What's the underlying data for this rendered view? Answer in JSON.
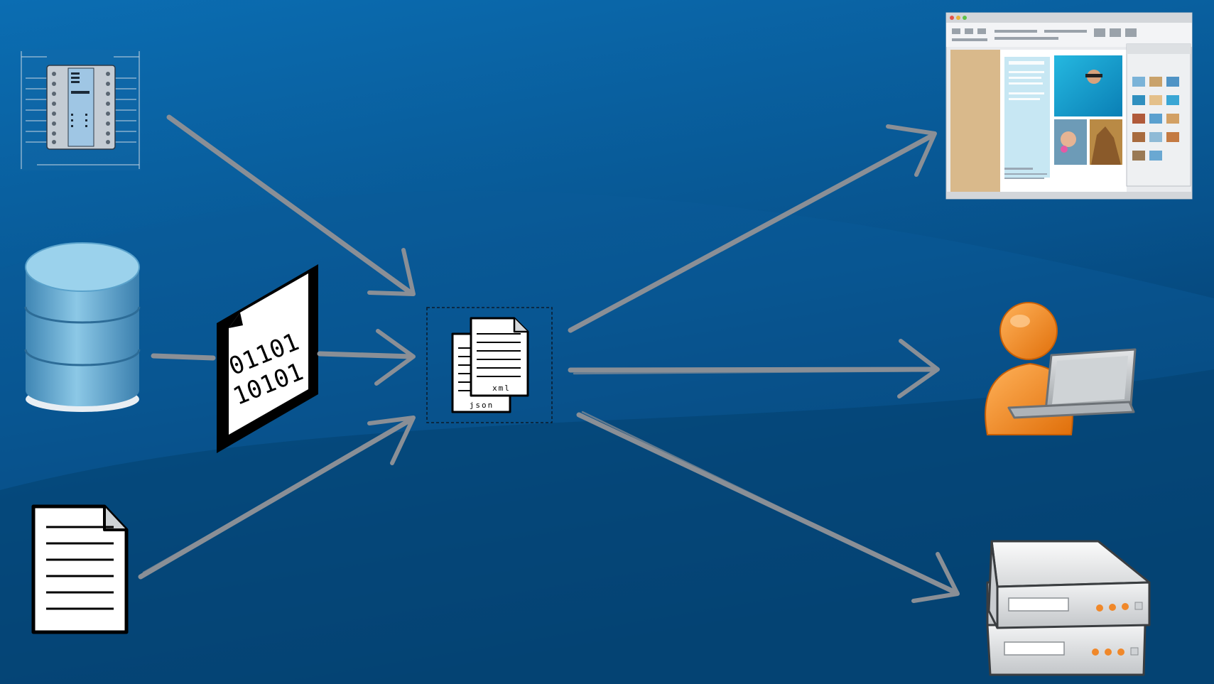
{
  "colors": {
    "background_top": "#0a6bb0",
    "background_bottom": "#03345f",
    "arrow": "#8a8f96",
    "person": "#f08a17",
    "database": "#6fb4d9",
    "server_led": "#f0882a"
  },
  "binary_document": {
    "line1": "01101",
    "line2": "10101"
  },
  "hub_documents": {
    "front_label": "xml",
    "back_label": "json"
  },
  "sources": [
    {
      "icon": "plc-wiring-diagram-icon"
    },
    {
      "icon": "database-icon"
    },
    {
      "icon": "binary-file-icon"
    },
    {
      "icon": "text-document-icon"
    }
  ],
  "targets": [
    {
      "icon": "word-processor-window-icon"
    },
    {
      "icon": "user-laptop-icon"
    },
    {
      "icon": "server-stack-icon"
    }
  ]
}
